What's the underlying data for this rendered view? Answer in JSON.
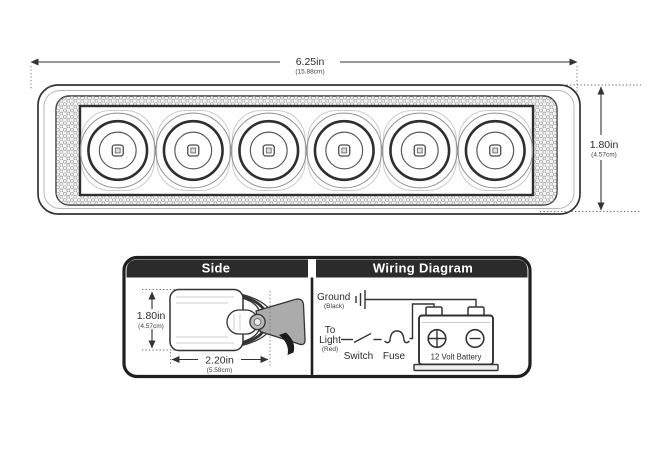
{
  "front_view": {
    "led_count": 6,
    "width_dim": {
      "value_in": "6.25in",
      "value_cm": "(15.88cm)"
    },
    "height_dim": {
      "value_in": "1.80in",
      "value_cm": "(4.57cm)"
    }
  },
  "panels": {
    "side": {
      "title": "Side",
      "height_dim": {
        "value_in": "1.80in",
        "value_cm": "(4.57cm)"
      },
      "width_dim": {
        "value_in": "2.20in",
        "value_cm": "(5.58cm)"
      }
    },
    "wiring": {
      "title": "Wiring Diagram",
      "ground": {
        "label": "Ground",
        "sub": "(Black)"
      },
      "to_light": {
        "line1": "To",
        "line2": "Light",
        "sub": "(Red)"
      },
      "switch_label": "Switch",
      "fuse_label": "Fuse",
      "battery_label": "12 Volt Battery"
    }
  },
  "colors": {
    "background": "#ffffff",
    "line": "#333333",
    "header_bg": "#2b2b2b",
    "header_text": "#ffffff",
    "bracket_gray": "#ababab",
    "pattern_dot": "#9c9c9c"
  }
}
